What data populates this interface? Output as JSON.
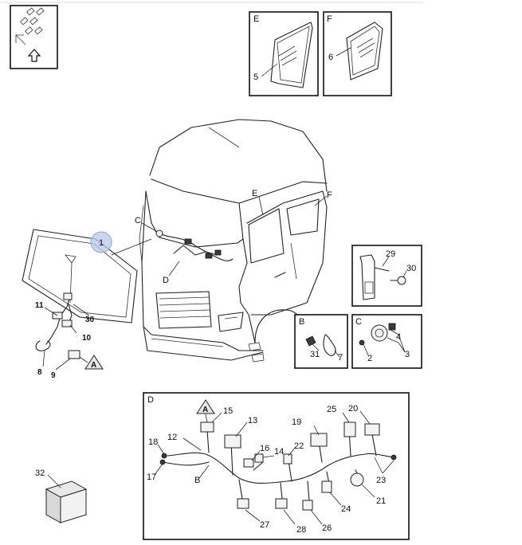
{
  "detail_boxes": {
    "E": "E",
    "F": "F",
    "B": "B",
    "C": "C",
    "D": "D"
  },
  "cab_callouts": {
    "C": "C",
    "D": "D",
    "E": "E",
    "F": "F"
  },
  "highlight_callout": "1",
  "part_numbers": {
    "p1": "1",
    "p2": "2",
    "p3": "3",
    "p4": "4",
    "p5": "5",
    "p6": "6",
    "p7": "7",
    "p8": "8",
    "p9": "9",
    "p10": "10",
    "p11": "11",
    "p12": "12",
    "p13": "13",
    "p14": "14",
    "p15": "15",
    "p16": "16",
    "p17": "17",
    "p18": "18",
    "p19": "19",
    "p20": "20",
    "p21": "21",
    "p22": "22",
    "p23": "23",
    "p24": "24",
    "p25": "25",
    "p26": "26",
    "p27": "27",
    "p28": "28",
    "p29": "29",
    "p30a": "30",
    "p30b": "30",
    "p31": "31",
    "p32": "32"
  },
  "harness_connector_label": "B",
  "warning_marks": {
    "left": "A",
    "detail_d": "A"
  },
  "icons": [
    "nav-arrows-icon",
    "warning-triangle-icon",
    "package-box-icon"
  ]
}
